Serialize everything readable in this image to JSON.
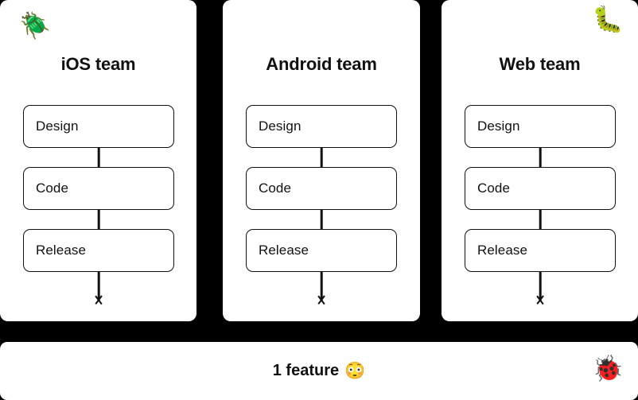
{
  "background_color": "#000000",
  "card_color": "#ffffff",
  "ink_color": "#111111",
  "teams": [
    {
      "title": "iOS team",
      "emoji": "🪲",
      "emoji_name": "beetle-emoji",
      "emoji_position": "top-left",
      "steps": [
        "Design",
        "Code",
        "Release"
      ]
    },
    {
      "title": "Android team",
      "emoji": "",
      "emoji_name": "",
      "emoji_position": "none",
      "steps": [
        "Design",
        "Code",
        "Release"
      ]
    },
    {
      "title": "Web team",
      "emoji": "🐛",
      "emoji_name": "caterpillar-bug-emoji",
      "emoji_position": "top-right",
      "steps": [
        "Design",
        "Code",
        "Release"
      ]
    }
  ],
  "feature_bar": {
    "label": "1 feature",
    "label_emoji": "😳",
    "label_emoji_name": "flushed-face-emoji",
    "corner_emoji": "🐞",
    "corner_emoji_name": "lady-beetle-emoji"
  }
}
